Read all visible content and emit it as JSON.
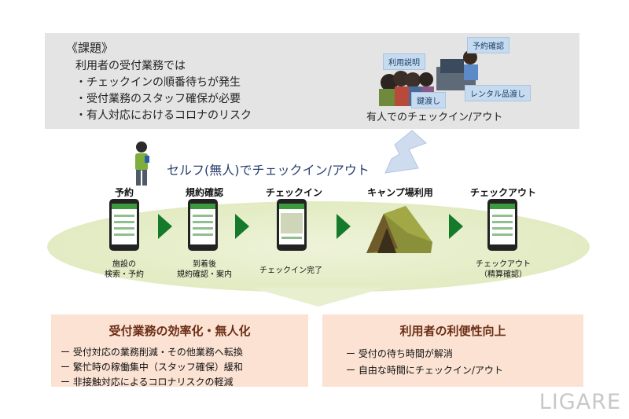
{
  "issue": {
    "title": "《課題》",
    "lines": [
      "利用者の受付業務では",
      "・チェックインの順番待ちが発生",
      "・受付業務のスタッフ確保が必要",
      "・有人対応におけるコロナのリスク"
    ],
    "tags": {
      "reservation_check": "予約確認",
      "usage_explanation": "利用説明",
      "rental_handover": "レンタル品渡し",
      "key_handover": "鍵渡し"
    },
    "staffed_caption": "有人でのチェックイン/アウト"
  },
  "self_title": "セルフ(無人)でチェックイン/アウト",
  "steps": [
    {
      "label": "予約",
      "caption1": "施設の",
      "caption2": "検索・予約"
    },
    {
      "label": "規約確認",
      "caption1": "到着後",
      "caption2": "規約確認・案内"
    },
    {
      "label": "チェックイン",
      "caption1": "チェックイン完了",
      "caption2": ""
    },
    {
      "label": "キャンプ場利用",
      "caption1": "",
      "caption2": ""
    },
    {
      "label": "チェックアウト",
      "caption1": "チェックアウト",
      "caption2": "（精算確認）"
    }
  ],
  "merits": {
    "left": {
      "title": "受付業務の効率化・無人化",
      "items": [
        "ー 受付対応の業務削減・その他業務へ転換",
        "ー 繁忙時の稼働集中（スタッフ確保）緩和",
        "ー 非接触対応によるコロナリスクの軽減"
      ]
    },
    "right": {
      "title": "利用者の利便性向上",
      "items": [
        "ー 受付の待ち時間が解消",
        "ー 自由な時間にチェックイン/アウト"
      ]
    }
  },
  "logo": "LIGARE",
  "colors": {
    "arrow": "#157a2a",
    "merit_bg": "#fbe2d3",
    "band": "#e2ebc2"
  }
}
